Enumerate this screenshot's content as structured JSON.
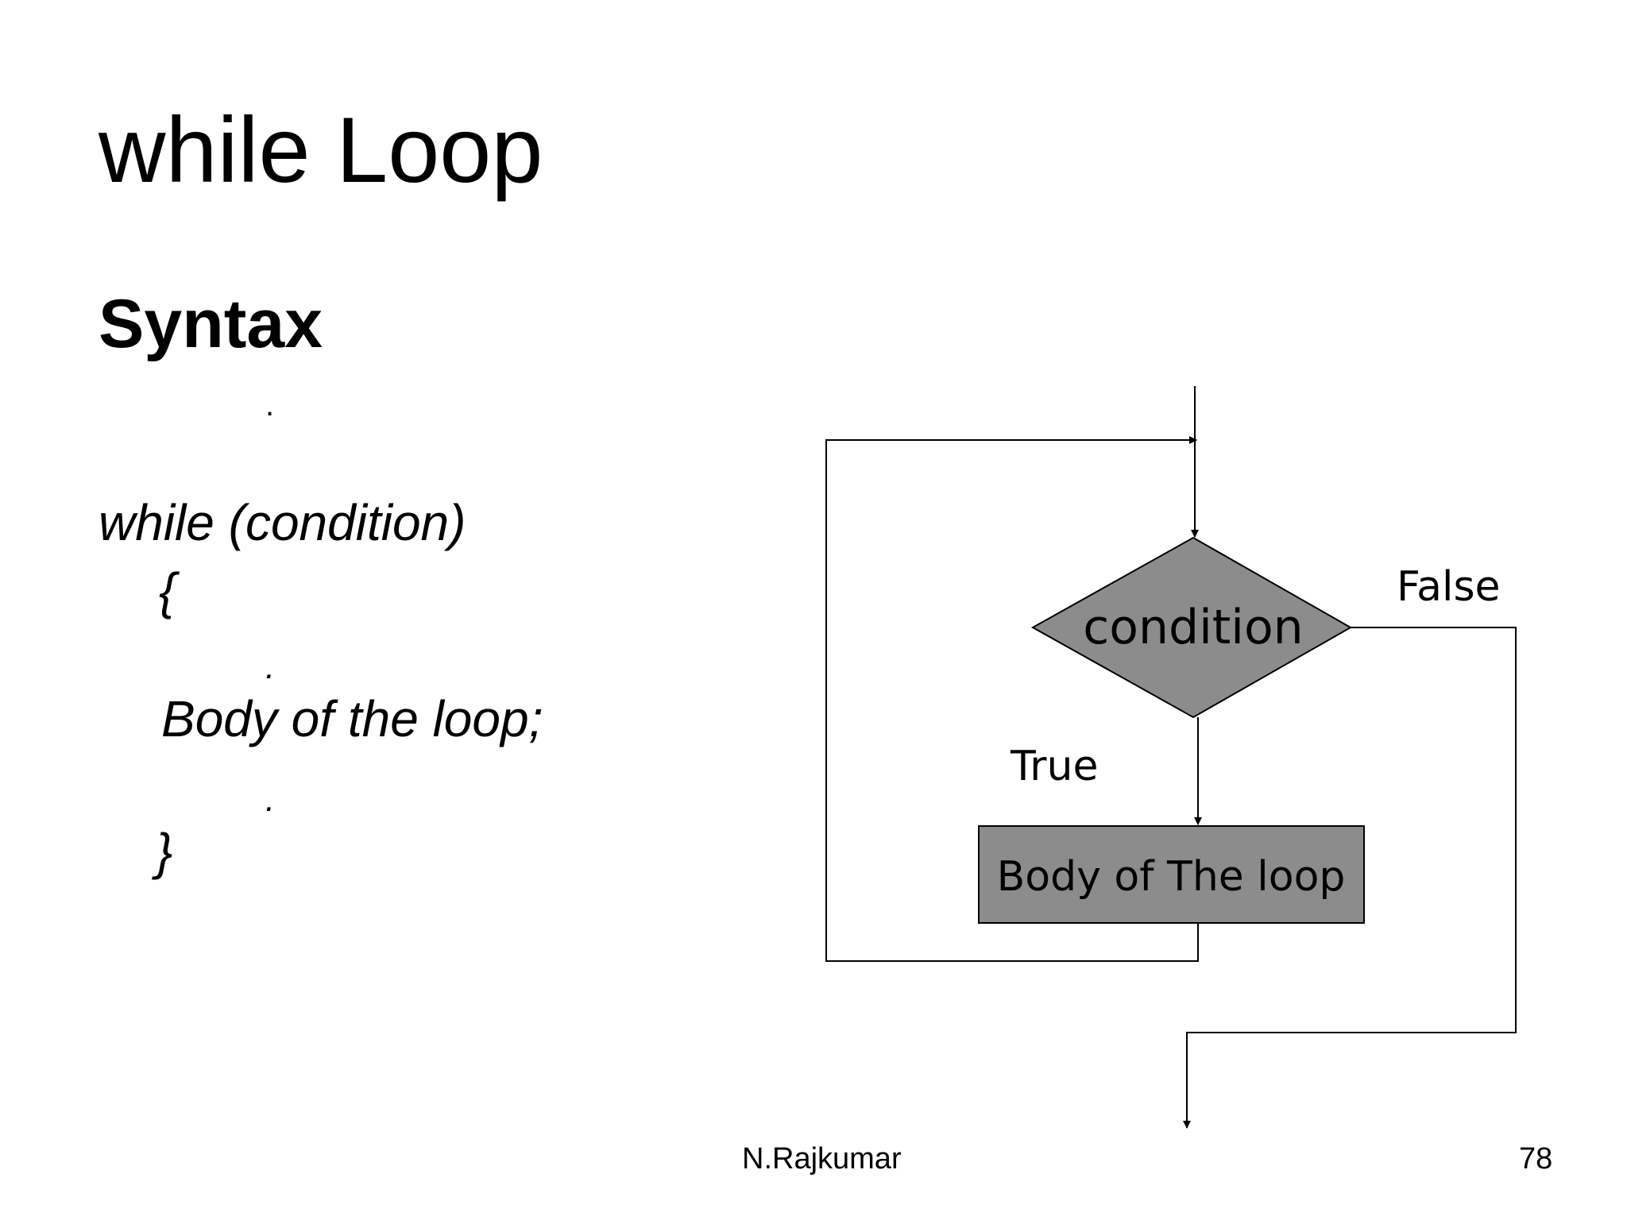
{
  "slide": {
    "title": "while Loop",
    "subtitle": "Syntax",
    "code": {
      "dot_top": ".",
      "line_while": "while (condition)",
      "open_brace": "{",
      "dot_before_body": ".",
      "body": "Body of the loop;",
      "dot_after_body": ".",
      "close_brace": "}"
    },
    "footer": {
      "author": "N.Rajkumar",
      "page_number": "78"
    }
  },
  "flowchart": {
    "decision_label": "condition",
    "process_label": "Body of The loop",
    "true_label": "True",
    "false_label": "False",
    "shape_fill": "#8c8c8c",
    "line_color": "#000000"
  }
}
